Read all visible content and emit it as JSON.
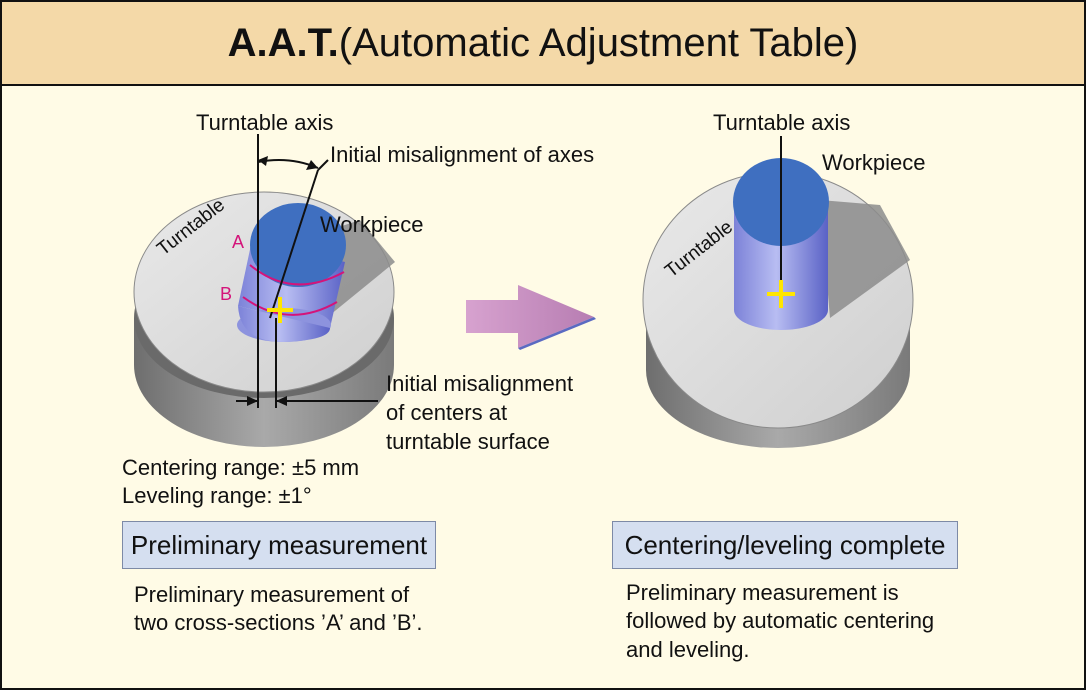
{
  "title": {
    "abbr": "A.A.T.",
    "full": "(Automatic Adjustment Table)"
  },
  "left": {
    "turntable_axis": "Turntable axis",
    "misalignment_axes": "Initial misalignment of axes",
    "workpiece": "Workpiece",
    "turntable": "Turntable",
    "section_a": "A",
    "section_b": "B",
    "misalignment_centers": [
      "Initial misalignment",
      "of centers at",
      "turntable surface"
    ],
    "centering_range": "Centering range: ±5 mm",
    "leveling_range": "Leveling range: ±1°",
    "box_label": "Preliminary measurement",
    "description": [
      "Preliminary measurement of",
      "two cross-sections ’A’ and ’B’."
    ]
  },
  "right": {
    "turntable_axis": "Turntable axis",
    "workpiece": "Workpiece",
    "turntable": "Turntable",
    "box_label": "Centering/leveling complete",
    "description": [
      "Preliminary measurement is",
      "followed by automatic centering",
      "and leveling."
    ]
  },
  "colors": {
    "header_bg": "#f4d9a8",
    "panel_bg": "#fffbe6",
    "workpiece_blue": "#3f6fc0",
    "marker_yellow": "#ffe600",
    "section_magenta": "#d4147a",
    "arrow_pink": "#c88ac0",
    "label_box_bg": "#d5dff0"
  }
}
